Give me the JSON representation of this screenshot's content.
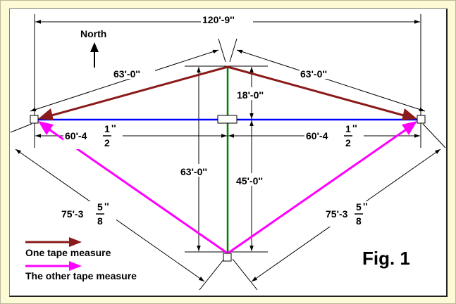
{
  "dimensions": {
    "overall_width": "120'-9''",
    "left_top": "63'-0''",
    "right_top": "63'-0''",
    "peak_height": "18'-0''",
    "left_half": "60'-4",
    "right_half": "60'-4",
    "half_fraction_num": "1",
    "half_fraction_den": "2",
    "half_fraction_mark": "''",
    "center_left_height": "63'-0''",
    "center_lower_height": "45'-0''",
    "left_diagonal": "75'-3",
    "right_diagonal": "75'-3",
    "diag_fraction_num": "5",
    "diag_fraction_den": "8",
    "diag_fraction_mark": "''"
  },
  "north_label": "North",
  "legend": {
    "item1": "One tape measure",
    "item2": "The other tape measure"
  },
  "figure_label": "Fig. 1",
  "colors": {
    "tape_one": "#8b1a1a",
    "tape_other": "#ff00ff",
    "baseline": "#0000ff",
    "center_line": "#008000",
    "dimension_line": "#000000"
  }
}
